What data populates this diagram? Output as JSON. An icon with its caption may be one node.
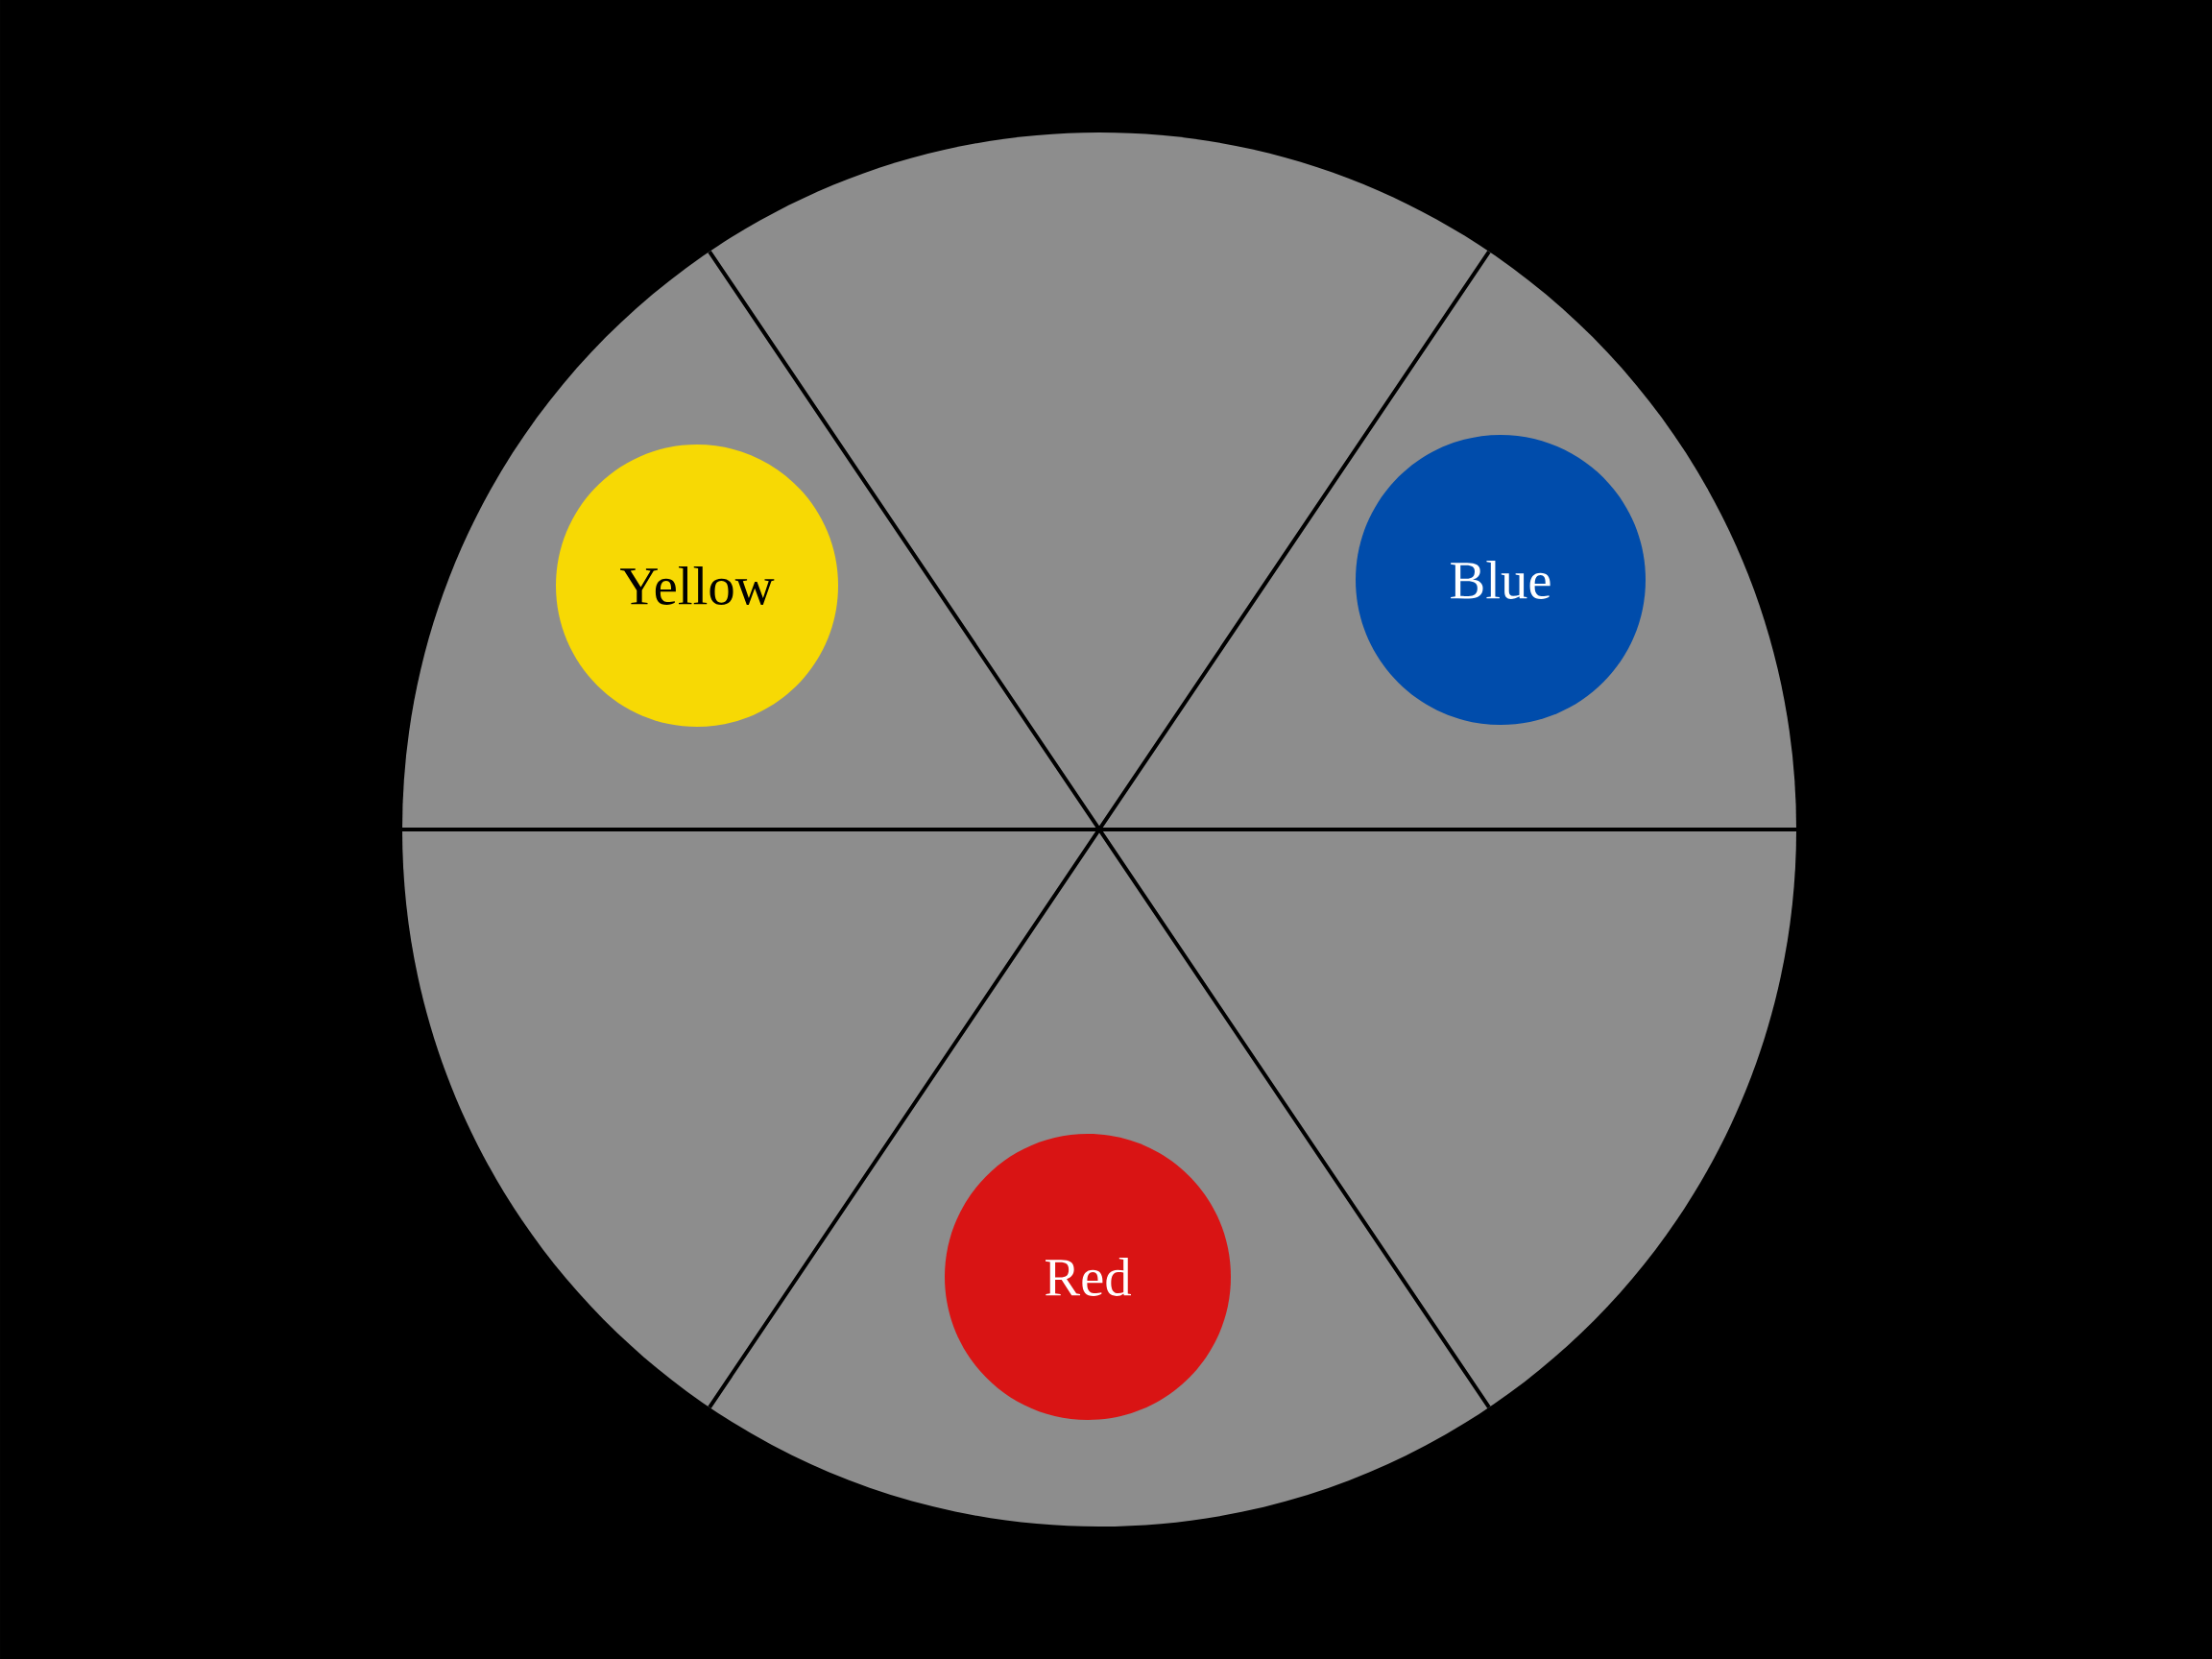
{
  "diagram": {
    "nodes": [
      {
        "text": [
          "Yellow"
        ]
      },
      {
        "text": [
          "Blue"
        ]
      },
      {
        "text": [
          "Red"
        ]
      }
    ]
  }
}
